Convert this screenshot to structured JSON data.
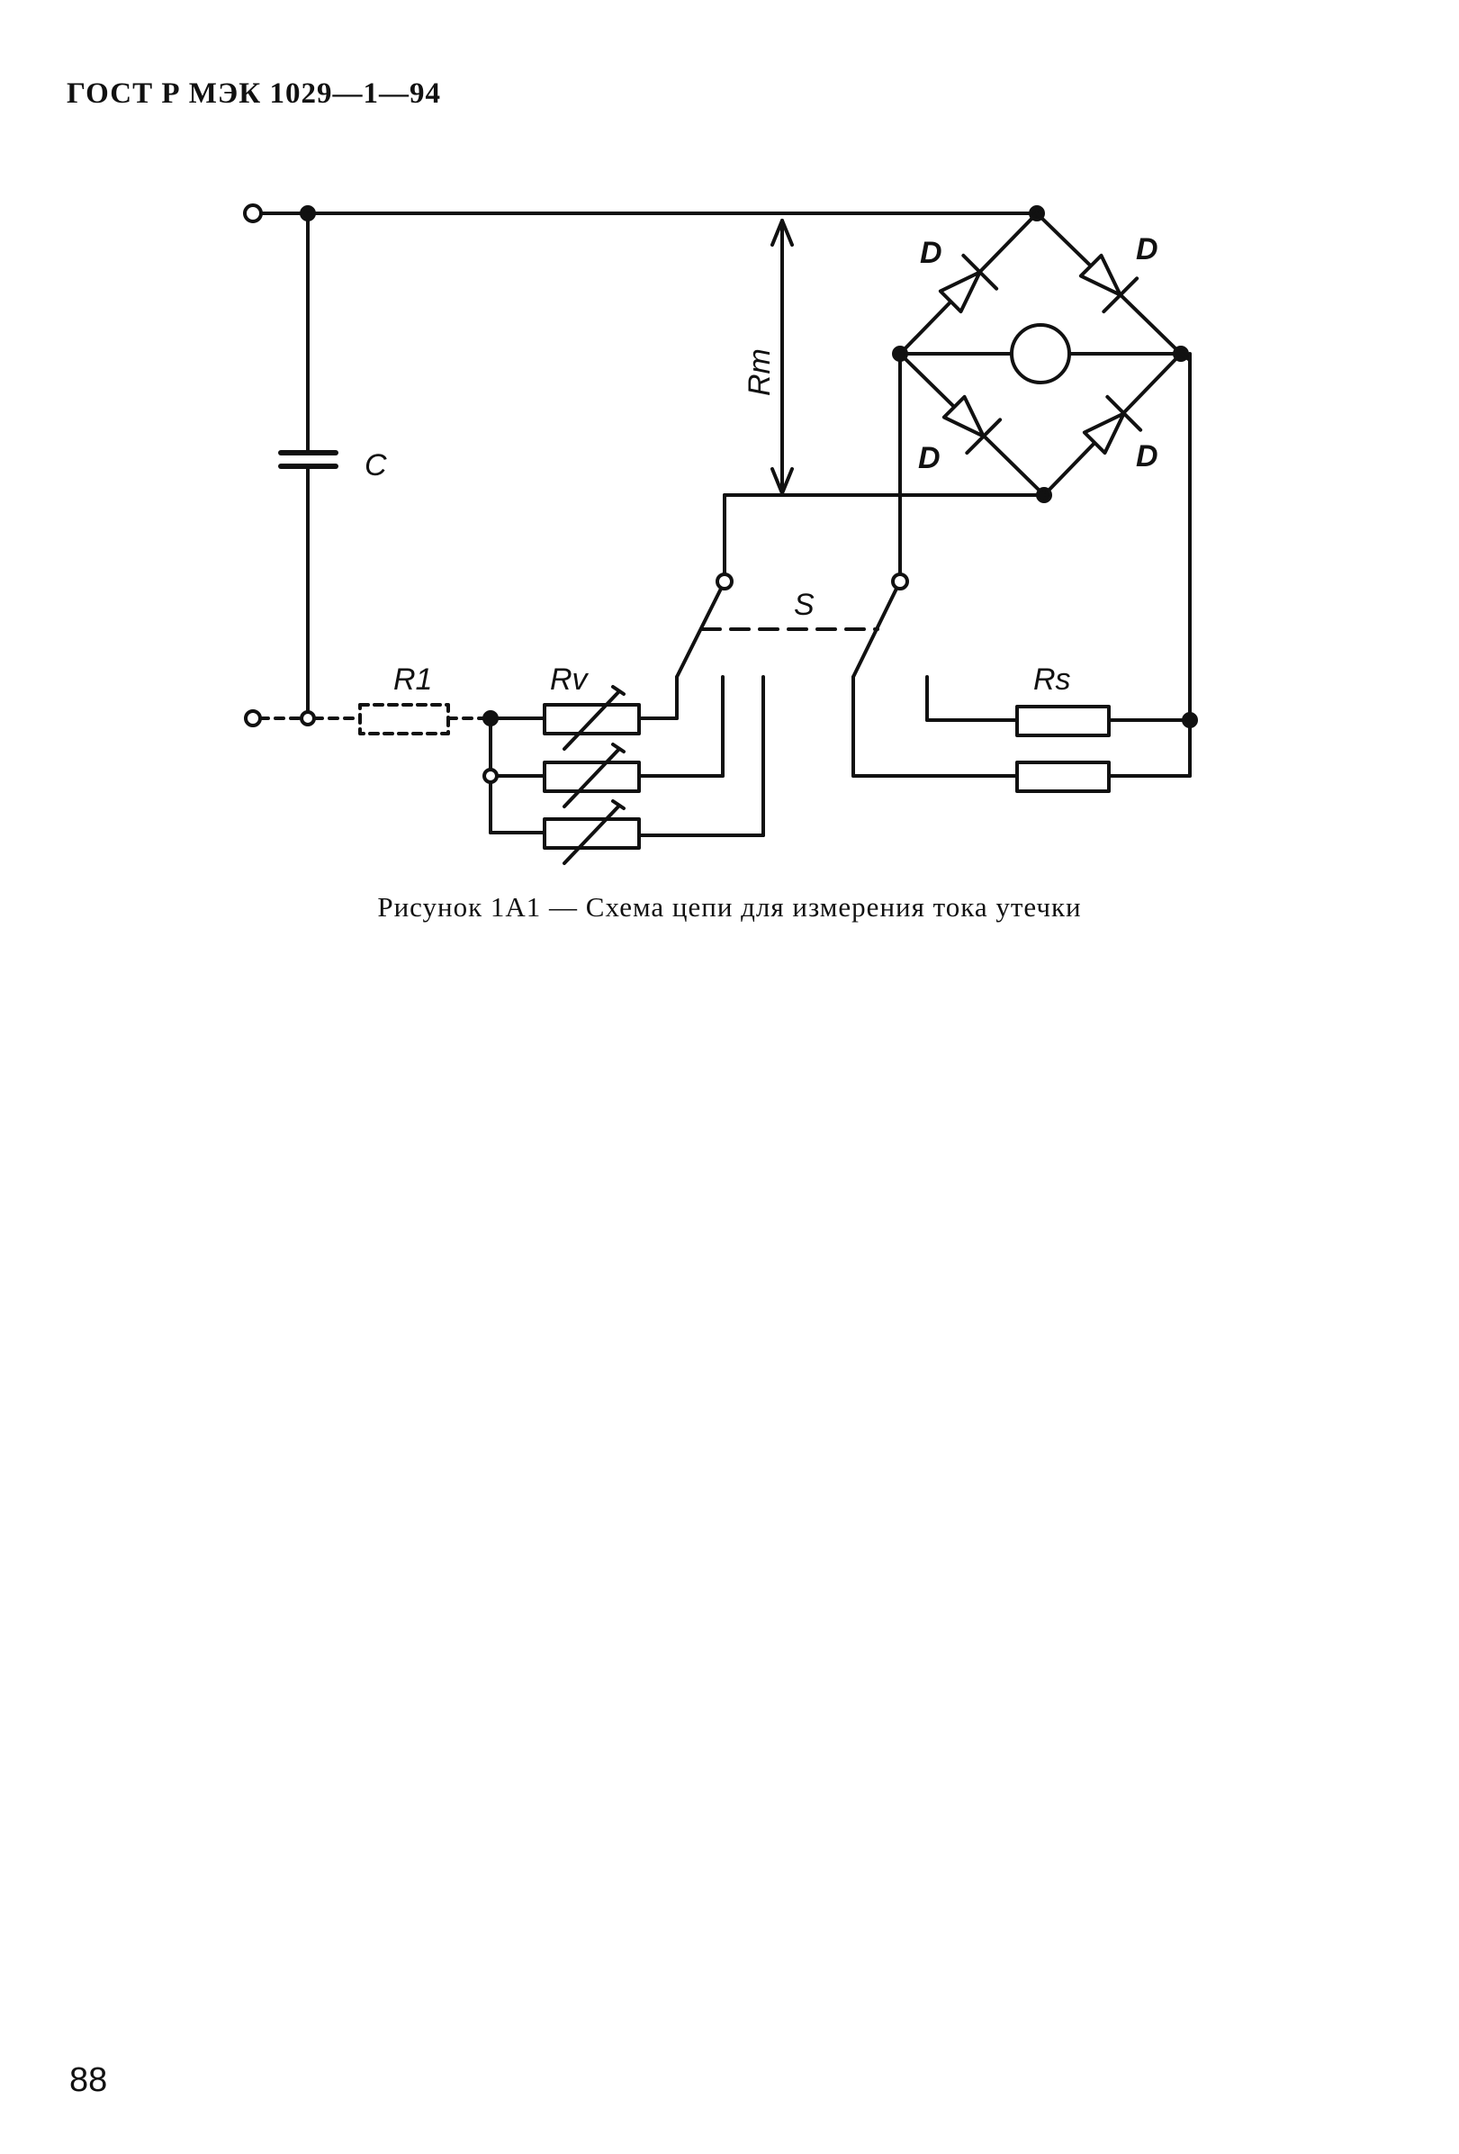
{
  "header": {
    "title": "ГОСТ Р МЭК 1029—1—94"
  },
  "figure": {
    "labels": {
      "c": "C",
      "rm": "Rm",
      "d1": "D",
      "d2": "D",
      "d3": "D",
      "d4": "D",
      "s": "S",
      "r1": "R1",
      "rv": "Rv",
      "rs": "Rs"
    },
    "caption": "Рисунок 1А1 — Схема цепи для измерения тока утечки"
  },
  "footer": {
    "page_number": "88"
  }
}
